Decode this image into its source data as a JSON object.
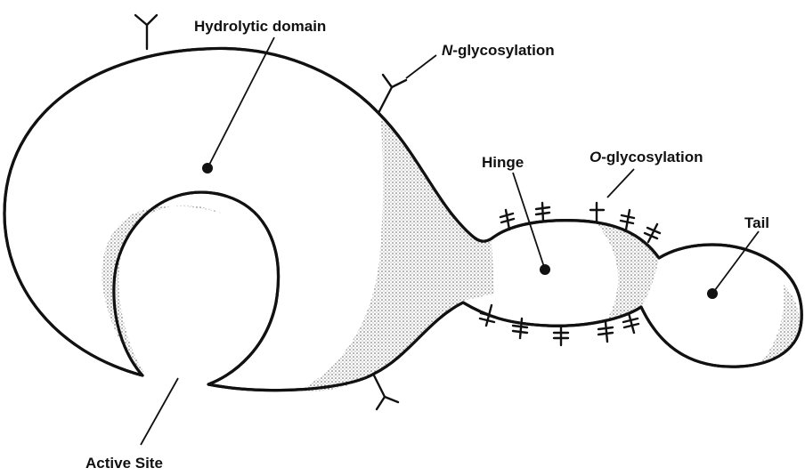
{
  "labels": {
    "hydrolytic_domain": "Hydrolytic domain",
    "n_glycosylation_prefix": "N",
    "n_glycosylation_suffix": "-glycosylation",
    "o_glycosylation_prefix": "O",
    "o_glycosylation_suffix": "-glycosylation",
    "hinge": "Hinge",
    "tail": "Tail",
    "active_site": "Active Site"
  }
}
